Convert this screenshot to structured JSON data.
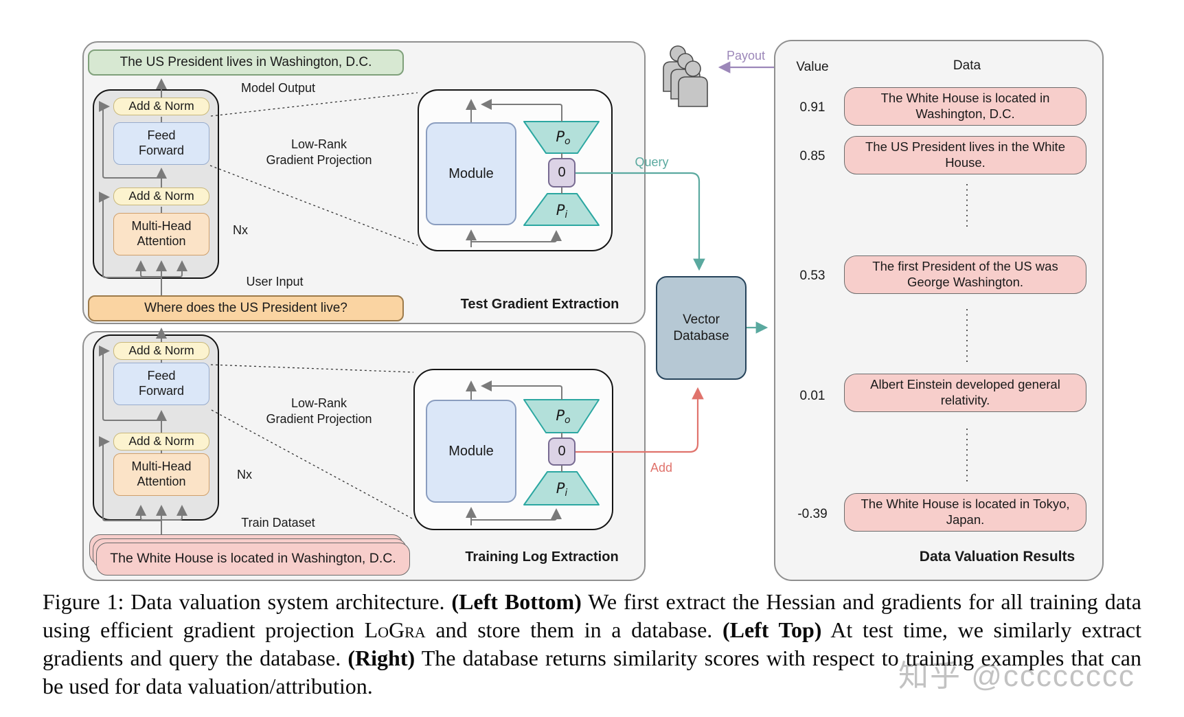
{
  "diagram": {
    "test_panel": {
      "output_text": "The US President lives in Washington, D.C.",
      "model_output_label": "Model Output",
      "user_input_label": "User Input",
      "user_input_text": "Where does the US President live?",
      "title": "Test Gradient Extraction"
    },
    "train_panel": {
      "train_dataset_label": "Train Dataset",
      "train_example_text": "The White House is located in Washington, D.C.",
      "title": "Training Log Extraction"
    },
    "transformer": {
      "add_norm": "Add & Norm",
      "feed_forward": "Feed Forward",
      "multi_head_attention": "Multi-Head Attention",
      "nx": "Nx"
    },
    "projection": {
      "module": "Module",
      "low_rank_line1": "Low-Rank",
      "low_rank_line2": "Gradient Projection",
      "p": "P",
      "p_out_sub": "o",
      "p_in_sub": "i",
      "zero": "0"
    },
    "flow": {
      "query_label": "Query",
      "add_label": "Add",
      "payout_label": "Payout",
      "vector_db": "Vector Database"
    },
    "results": {
      "value_header": "Value",
      "data_header": "Data",
      "title": "Data Valuation Results",
      "rows": [
        {
          "value": "0.91",
          "text": "The White House is located in Washington, D.C."
        },
        {
          "value": "0.85",
          "text": "The US President lives in the White House."
        },
        {
          "value": "0.53",
          "text": "The first President of the US was George Washington."
        },
        {
          "value": "0.01",
          "text": "Albert Einstein developed general relativity."
        },
        {
          "value": "-0.39",
          "text": "The White House is located in Tokyo, Japan."
        }
      ]
    }
  },
  "caption": {
    "segments": [
      {
        "text": "Figure 1: Data valuation system architecture. "
      },
      {
        "text": "(Left Bottom)",
        "bold": true
      },
      {
        "text": " We first extract the Hessian and gradients for all training data using efficient gradient projection "
      },
      {
        "text": "LoGra",
        "smallcaps": true
      },
      {
        "text": " and store them in a database. "
      },
      {
        "text": "(Left Top)",
        "bold": true
      },
      {
        "text": " At test time, we similarly extract gradients and query the database. "
      },
      {
        "text": "(Right)",
        "bold": true
      },
      {
        "text": " The database returns similarity scores with respect to training examples that can be used for data valuation/attribution."
      }
    ]
  },
  "watermark": "知乎 @cccccccc",
  "colors": {
    "query_teal": "#5aa99f",
    "add_red": "#e0736c",
    "payout_purple": "#9c87b9",
    "output_green": "#d7e8d2",
    "input_orange": "#fad4a2",
    "data_pink": "#f7cecb",
    "projection_teal": "#b3e0da",
    "zero_purple": "#dcd3e6",
    "module_blue": "#dbe7f8",
    "vector_db_blue": "#b6c8d4"
  }
}
